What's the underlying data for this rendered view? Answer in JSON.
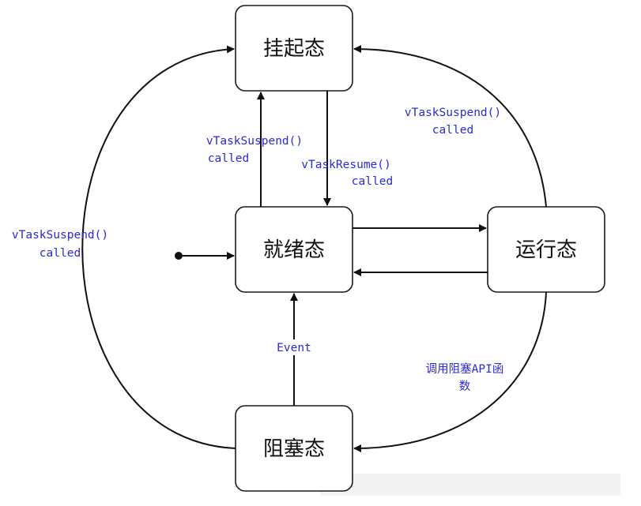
{
  "colors": {
    "label": "#2a2ad8",
    "line": "#111111",
    "box_border": "#1a1a1a"
  },
  "states": {
    "suspended": "挂起态",
    "ready": "就绪态",
    "running": "运行态",
    "blocked": "阻塞态"
  },
  "transitions": {
    "left_outer_suspend": {
      "line1": "vTaskSuspend()",
      "line2": "called"
    },
    "ready_to_suspended": {
      "line1": "vTaskSuspend()",
      "line2": "called"
    },
    "suspended_to_ready": {
      "line1": "vTaskResume()",
      "line2": "called"
    },
    "running_to_suspended": {
      "line1": "vTaskSuspend()",
      "line2": "called"
    },
    "running_to_blocked": {
      "line1": "调用阻塞API函",
      "line2": "数"
    },
    "blocked_to_ready": {
      "line1": "Event"
    }
  }
}
